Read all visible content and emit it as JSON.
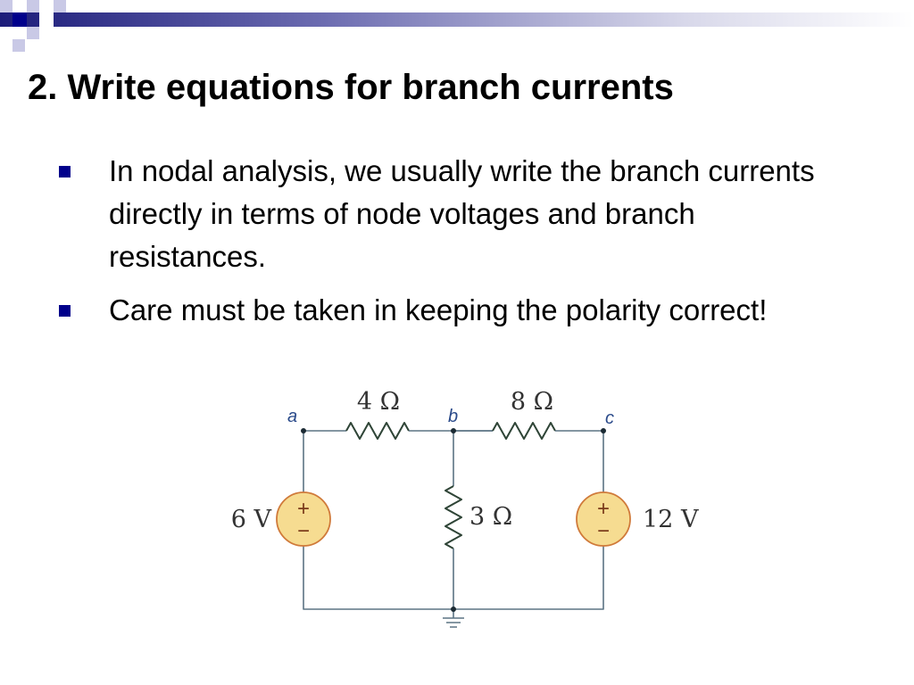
{
  "title": "2. Write equations for branch currents",
  "bullets": [
    {
      "text": "In nodal analysis, we usually write the branch currents directly in terms of node voltages and branch resistances."
    },
    {
      "text": "Care must be taken in keeping the polarity correct!"
    }
  ],
  "circuit": {
    "nodes": {
      "a": "a",
      "b": "b",
      "c": "c"
    },
    "resistors": {
      "ab": "4 Ω",
      "bc": "8 Ω",
      "b_ground": "3 Ω"
    },
    "sources": {
      "left": "6 V",
      "right": "12 V"
    },
    "source_plus": "+",
    "source_minus": "−"
  },
  "colors": {
    "accent": "#00008b",
    "bar_light": "#c9c9e6",
    "source_fill": "#f6dc91",
    "source_stroke": "#d07a3a",
    "wire": "#5b7384",
    "resistor": "#2e4436",
    "source_text": "#7a3a1a"
  }
}
